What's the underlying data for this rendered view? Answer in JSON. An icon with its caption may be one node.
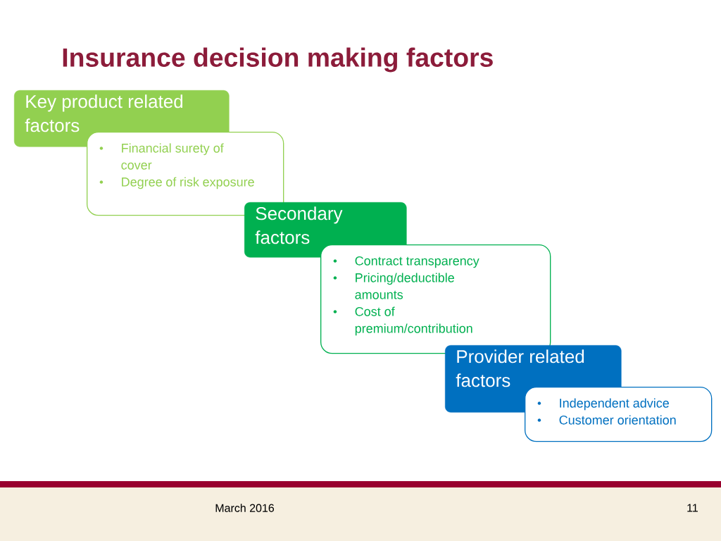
{
  "diagram": {
    "title": "Insurance decision making factors",
    "nodes": [
      {
        "text": [
          "Key product related factors"
        ]
      },
      {
        "text": [
          "Financial surety of cover",
          "Degree of risk exposure"
        ]
      },
      {
        "text": [
          "Secondary factors"
        ]
      },
      {
        "text": [
          "Contract transparency",
          "Pricing/deductible amounts",
          "Cost of premium/contribution"
        ]
      },
      {
        "text": [
          "Provider related factors"
        ]
      },
      {
        "text": [
          "Independent advice",
          "Customer orientation"
        ]
      }
    ],
    "labels": [
      "March 2016",
      "11"
    ]
  }
}
